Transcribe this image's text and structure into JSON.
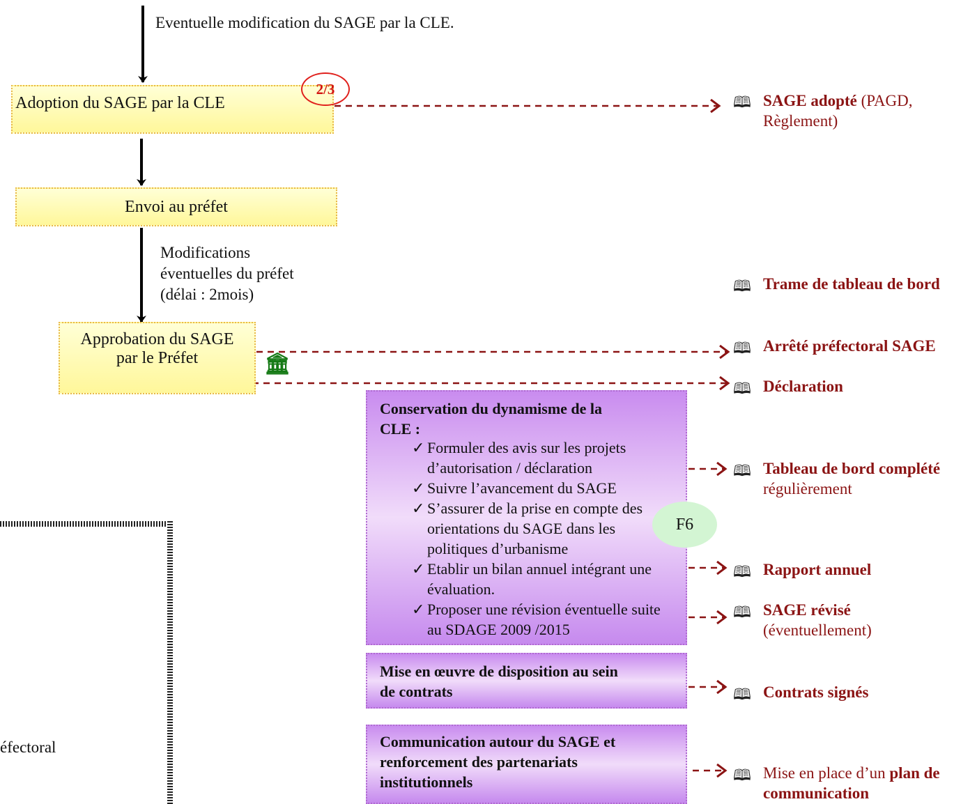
{
  "steps": {
    "note_top": "Eventuelle modification du SAGE par la CLE.",
    "adoption": "Adoption du SAGE par la CLE",
    "badge": "2/3",
    "envoi": "Envoi au préfet",
    "note_modif_l1": "Modifications",
    "note_modif_l2": "éventuelles du préfet",
    "note_modif_l3": "(délai : 2mois)",
    "approbation_l1": "Approbation du SAGE",
    "approbation_l2": "par le Préfet",
    "monument_icon": "monument-icon"
  },
  "actions": {
    "conservation_title_l1": "Conservation du dynamisme de la",
    "conservation_title_l2": "CLE :",
    "checks": [
      "Formuler des avis sur les projets d’autorisation / déclaration",
      "Suivre l’avancement du SAGE",
      "S’assurer de la prise en compte des orientations du SAGE dans les politiques d’urbanisme",
      "Etablir un bilan annuel intégrant une évaluation.",
      "Proposer une révision éventuelle suite au SDAGE 2009 /2015"
    ],
    "f6": "F6",
    "mise_l1": "Mise en œuvre de disposition au sein",
    "mise_l2": "de contrats",
    "comm_l1": "Communication autour du SAGE et",
    "comm_l2": "renforcement des partenariats",
    "comm_l3": "institutionnels"
  },
  "outputs": {
    "book_icon": "book-icon",
    "sage_adopte_bold": "SAGE adopté",
    "sage_adopte_rest": " (PAGD,",
    "sage_adopte_l2": "Règlement)",
    "trame": "Trame de tableau de bord",
    "arrete": "Arrêté préfectoral SAGE",
    "declaration": "Déclaration",
    "tableau_bold": "Tableau de bord complété",
    "tableau_l2": "régulièrement",
    "rapport": "Rapport annuel",
    "sage_revise": "SAGE révisé",
    "sage_revise_l2": "(éventuellement)",
    "contrats": "Contrats signés",
    "plan_pre": "Mise en place d’un ",
    "plan_bold": "plan de",
    "plan_l2": "communication"
  },
  "side": {
    "cut_text": "éfectoral"
  },
  "colors": {
    "arrow_dashed": "#8b1414",
    "yellow_fill": "#fff79a",
    "purple_fill": "#c98cef",
    "badge_red": "#e0201c",
    "f6_green": "#d3f5d3"
  }
}
